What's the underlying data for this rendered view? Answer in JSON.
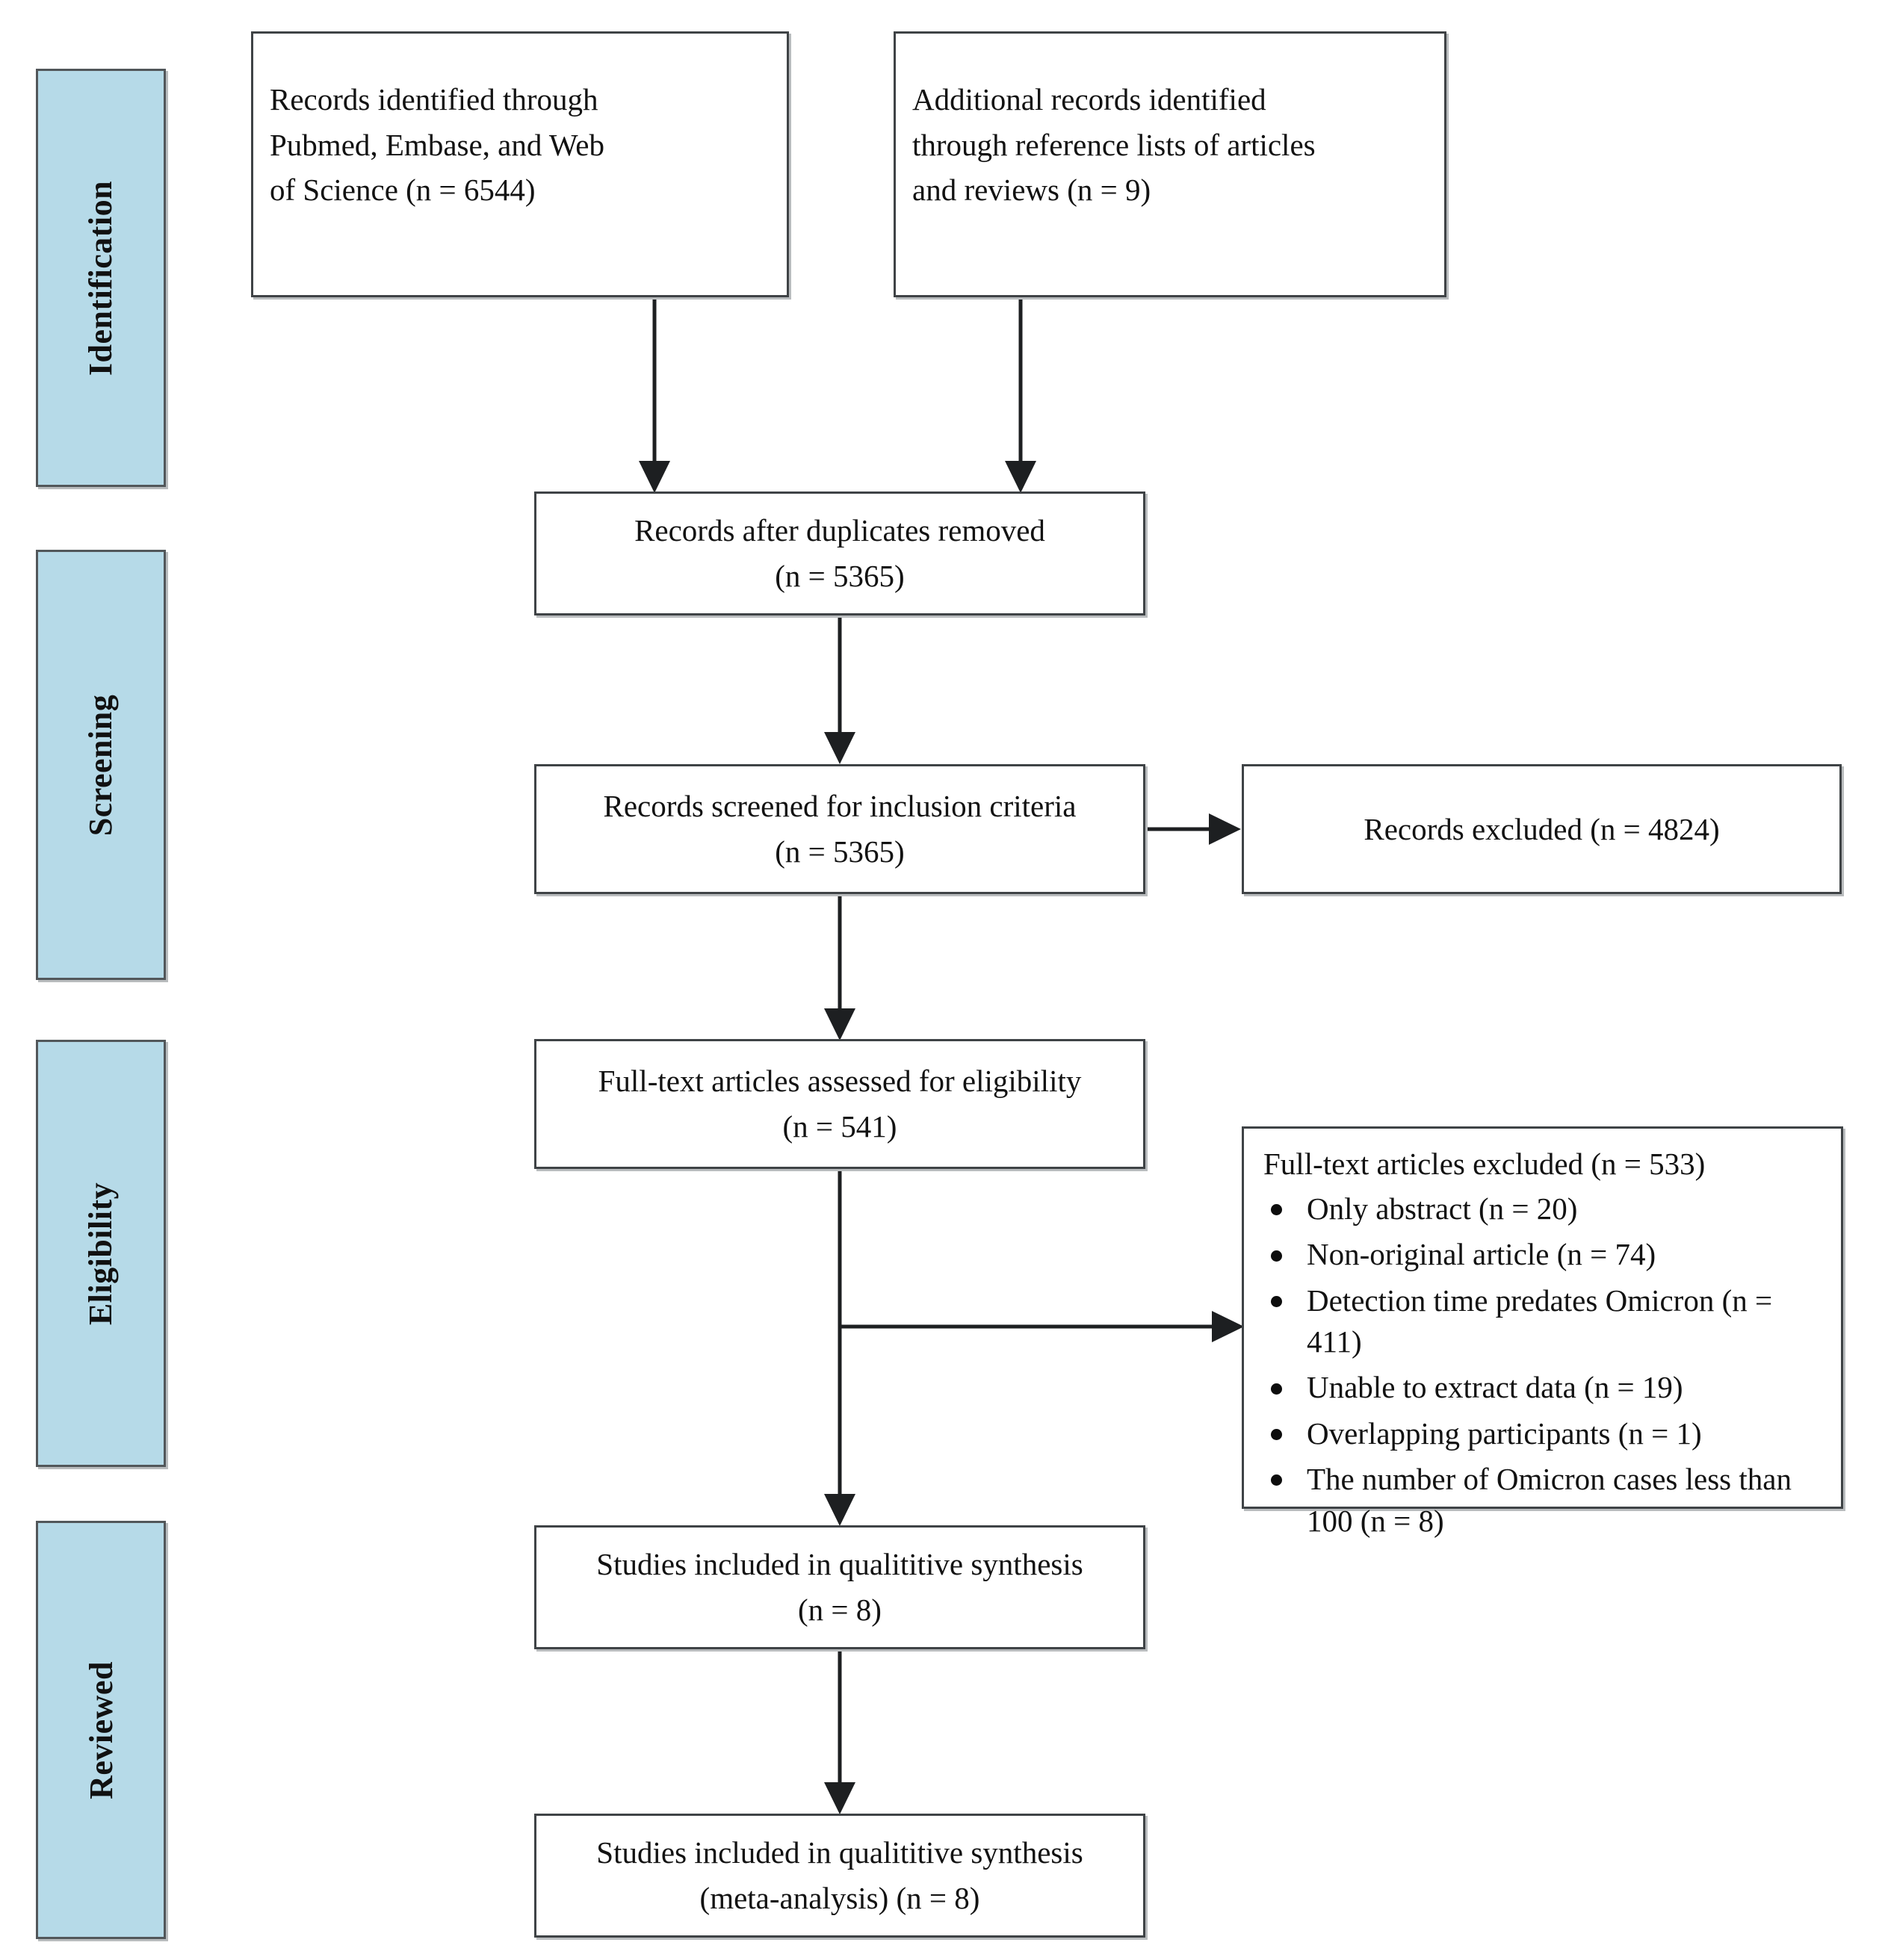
{
  "diagram": {
    "type": "prisma-flow-diagram",
    "accent_color": "#b6dae8",
    "border_color": "#3f4346",
    "text_color": "#121212"
  },
  "phases": [
    {
      "label": "Identification"
    },
    {
      "label": "Screening"
    },
    {
      "label": "Eligibility"
    },
    {
      "label": "Reviewed"
    }
  ],
  "boxes": {
    "identified_databases": {
      "line1": "Records identified through",
      "line2": "Pubmed, Embase, and Web",
      "line3": "of Science (n = 6544)"
    },
    "identified_additional": {
      "line1": "Additional records identified",
      "line2": "through reference lists of articles",
      "line3": "and reviews (n = 9)"
    },
    "after_duplicates": {
      "line1": "Records after duplicates removed",
      "line2": "(n = 5365)"
    },
    "screened": {
      "line1": "Records screened for inclusion criteria",
      "line2": "(n = 5365)"
    },
    "records_excluded": {
      "line1": "Records excluded (n = 4824)"
    },
    "fulltext_assessed": {
      "line1": "Full-text articles assessed for eligibility",
      "line2": "(n = 541)"
    },
    "fulltext_excluded": {
      "header": "Full-text articles excluded (n = 533)",
      "reasons": [
        "Only abstract (n = 20)",
        "Non-original article (n = 74)",
        "Detection time predates Omicron (n = 411)",
        "Unable to extract data (n = 19)",
        "Overlapping  participants (n = 1)",
        "The number of Omicron cases less than 100  (n = 8)"
      ]
    },
    "qualitative_synthesis": {
      "line1": "Studies included in qualititive synthesis",
      "line2": "(n = 8)"
    },
    "meta_analysis": {
      "line1": "Studies included in qualititive synthesis",
      "line2": "(meta-analysis) (n = 8)"
    }
  }
}
